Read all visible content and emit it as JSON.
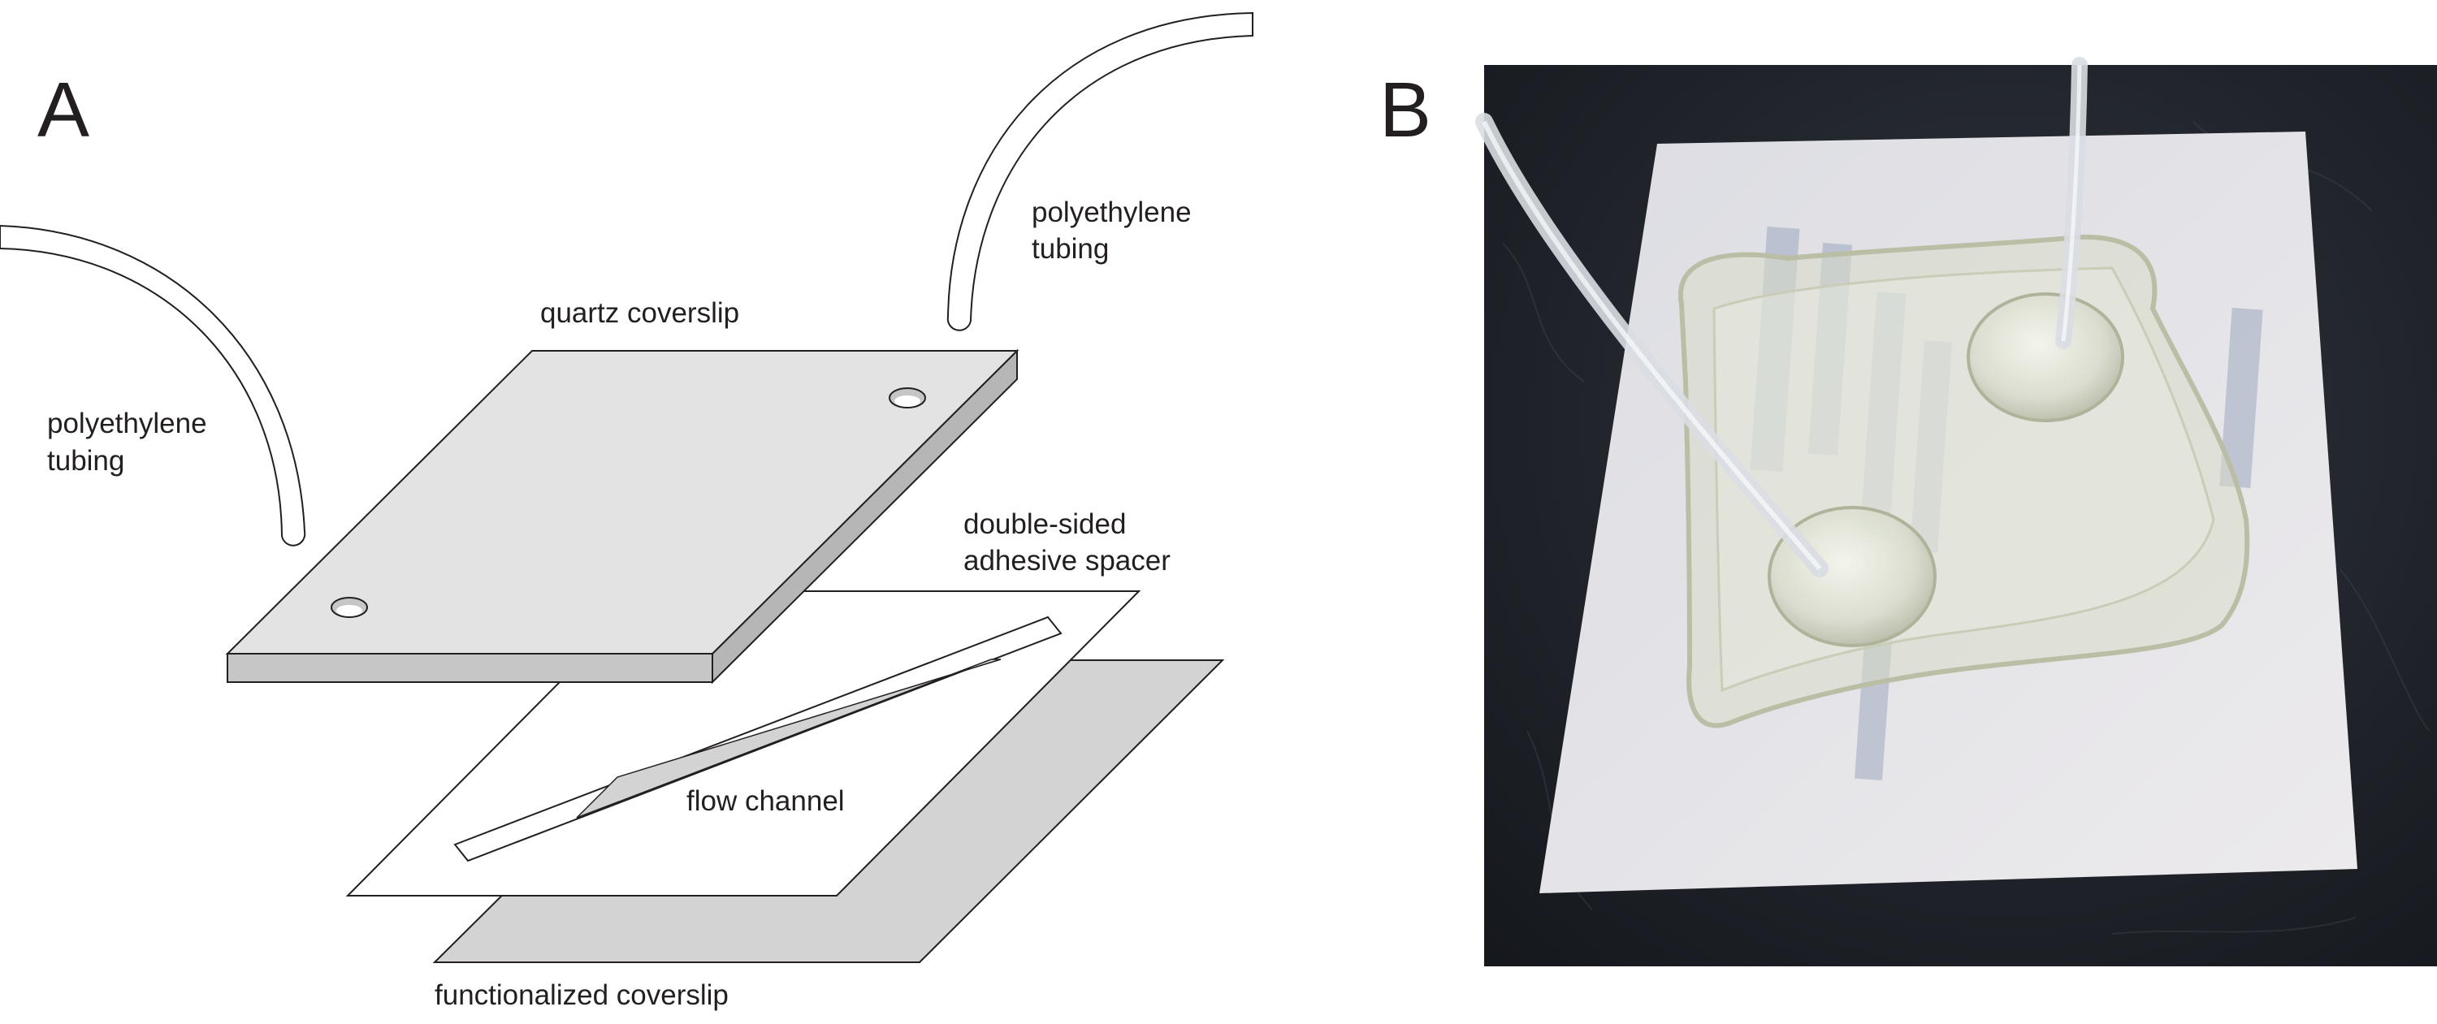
{
  "panel_a": {
    "letter": "A",
    "labels": {
      "tubing_left": [
        "polyethylene",
        "tubing"
      ],
      "tubing_right": [
        "polyethylene",
        "tubing"
      ],
      "quartz_coverslip": "quartz coverslip",
      "adhesive_spacer": [
        "double-sided",
        "adhesive spacer"
      ],
      "flow_channel": "flow channel",
      "functionalized_coverslip": "functionalized coverslip"
    }
  },
  "panel_b": {
    "letter": "B"
  },
  "colors": {
    "ink": "#231f20",
    "quartz_top": "#e3e3e3",
    "quartz_edge": "#c6c6c6",
    "functionalized_coverslip": "#d3d3d3",
    "spacer": "#ffffff",
    "photo_background": "#20242b",
    "paper": "#e8e7e9"
  }
}
